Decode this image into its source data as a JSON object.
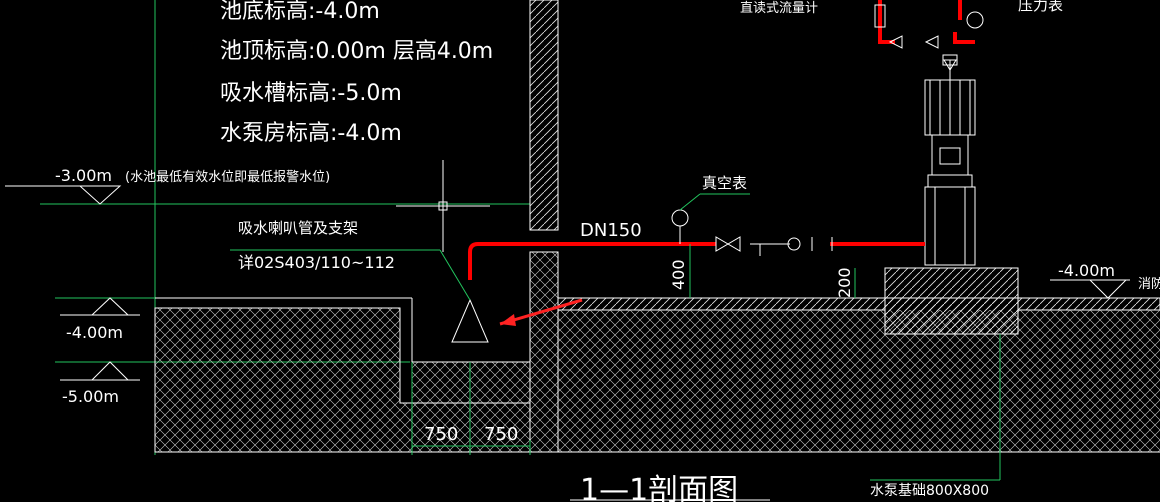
{
  "drawing": {
    "notes": {
      "pool_bottom": "池底标高:-4.0m",
      "pool_top": "池顶标高:0.00m 层高4.0m",
      "suction_tank": "吸水槽标高:-5.0m",
      "pump_room": "水泵房标高:-4.0m"
    },
    "water_level": "-3.00m",
    "water_level_note": "(水池最低有效水位即最低报警水位)",
    "suction_bell": "吸水喇叭管及支架",
    "suction_ref": "详02S403/110~112",
    "pipe_size": "DN150",
    "vacuum_gauge": "真空表",
    "flowmeter": "直读式流量计",
    "pressure_gauge": "压力表",
    "elev_left_1": "-4.00m",
    "elev_left_2": "-5.00m",
    "elev_right": "-4.00m",
    "right_cut": "消防",
    "dim_400": "400",
    "dim_200": "200",
    "dim_750a": "750",
    "dim_750b": "750",
    "section_title": "1—1剖面图",
    "foundation": "水泵基础800X800"
  },
  "colors": {
    "background": "#000000",
    "text": "#ffffff",
    "leader": "#22c55e",
    "pipe": "#ff0000",
    "hatch": "#ffffff"
  }
}
